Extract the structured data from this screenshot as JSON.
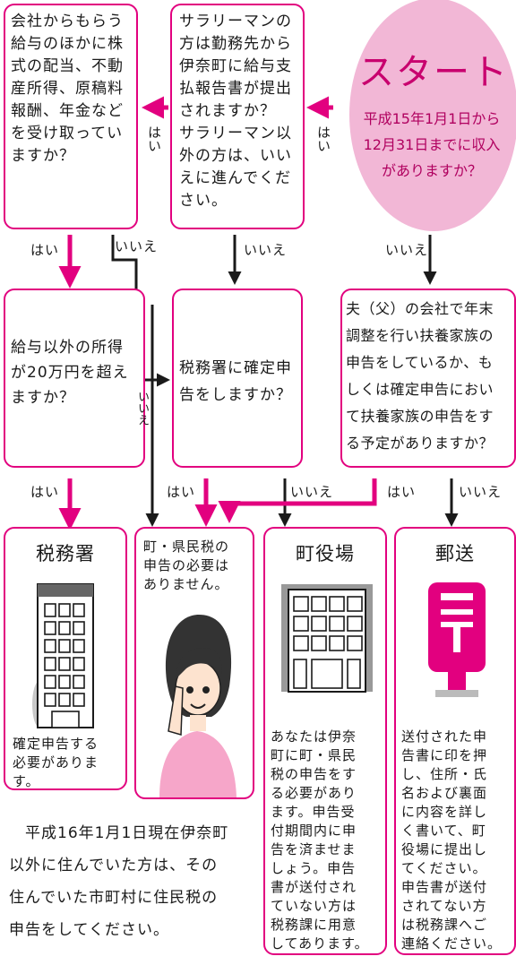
{
  "colors": {
    "accent": "#e2007f",
    "start_fill": "#f2b7d6",
    "start_title": "#c8006e",
    "start_text": "#b0005f",
    "line": "#1a1a1a"
  },
  "start": {
    "title": "スタート",
    "line1": "平成15年1月1日から",
    "line2": "12月31日までに収入",
    "line3": "がありますか？"
  },
  "q_salaryman": "サラリーマンの\n方は勤務先から\n伊奈町に給与支\n払報告書が提出\nされますか？\nサラリーマン以\n外の方は、いい\nえに進んでくだ\nさい。",
  "q_other_income": "会社からもらう\n給与のほかに株\n式の配当、不動\n産所得、原稿料\n報酬、年金など\nを受け取ってい\nますか？",
  "q_over200k": "給与以外の所得\nが20万円を超え\nますか？",
  "q_final_return": "税務署に確定申\n告をしますか？",
  "q_dependent": "夫（父）の会社で年末\n調整を行い扶養家族の\n申告をしているか、も\nしくは確定申告におい\nて扶養家族の申告をす\nる予定がありますか？",
  "labels": {
    "yes": "はい",
    "no": "いいえ"
  },
  "result_tax_office": {
    "title": "税務署",
    "text": "確定申告する\n必要がありま\nす。"
  },
  "result_none": {
    "text": "町・県民税の\n申告の必要は\nありません。"
  },
  "result_town_office": {
    "title": "町役場",
    "text": "あなたは伊奈\n町に町・県民\n税の申告をす\nる必要があり\nます。申告受\n付期間内に申\n告を済ませま\nしょう。申告\n書が送付され\nていない方は\n税務課に用意\nしてあります。"
  },
  "result_mail": {
    "title": "郵送",
    "text": "送付された申\n告書に印を押\nし、住所・氏\n名および裏面\nに内容を詳し\nく書いて、町\n役場に提出し\nてください。\n申告書が送付\nされてない方\nは税務課へご\n連絡ください。"
  },
  "footnote": "　平成16年1月1日現在伊奈町\n以外に住んでいた方は、その\n住んでいた市町村に住民税の\n申告をしてください。",
  "icons": [
    "building-icon",
    "town-hall-icon",
    "mailbox-icon",
    "woman-on-phone-icon"
  ]
}
